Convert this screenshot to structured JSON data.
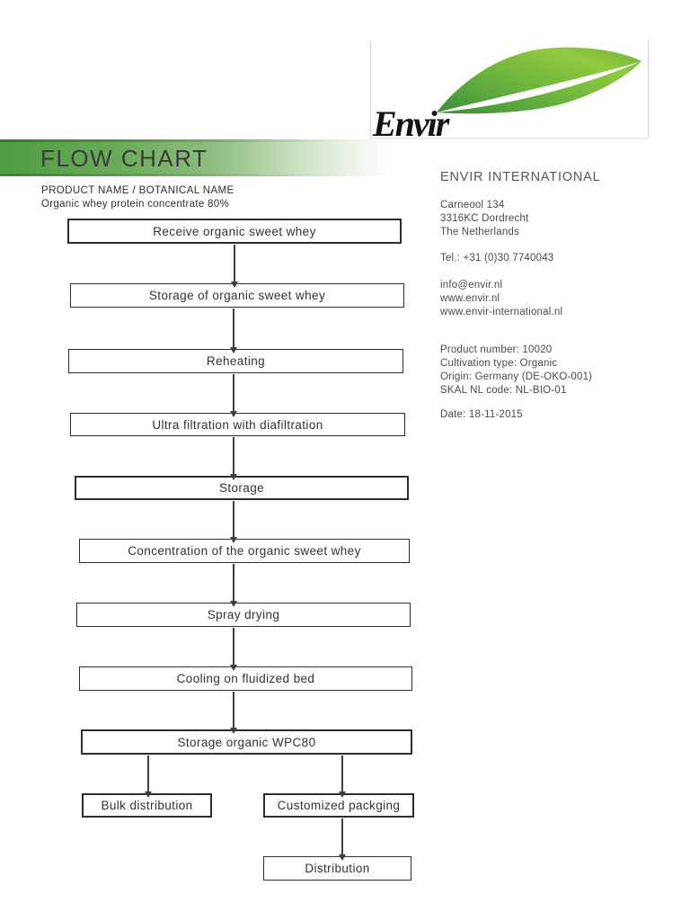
{
  "logo": {
    "wordmark": "Envir",
    "leaf_icon": "leaf"
  },
  "header": {
    "title": "FLOW CHART",
    "accent_color": "#4f9b45"
  },
  "product": {
    "label": "PRODUCT NAME / BOTANICAL NAME",
    "name": "Organic whey protein concentrate 80%"
  },
  "company": {
    "name": "ENVIR INTERNATIONAL",
    "address": [
      "Carneool 134",
      "3316KC Dordrecht",
      "The Netherlands"
    ],
    "phone": "Tel.: +31 (0)30 7740043",
    "contacts": [
      "info@envir.nl",
      "www.envir.nl",
      "www.envir-international.nl"
    ],
    "details": [
      "Product number: 10020",
      "Cultivation type: Organic",
      "Origin: Germany (DE-OKO-001)",
      "SKAL NL code: NL-BIO-01"
    ],
    "date": "Date: 18-11-2015"
  },
  "flow": {
    "steps": [
      "Receive organic sweet whey",
      "Storage of organic sweet whey",
      "Reheating",
      "Ultra filtration with diafiltration",
      "Storage",
      "Concentration of the organic sweet whey",
      "Spray drying",
      "Cooling on fluidized bed",
      "Storage organic WPC80",
      "Bulk distribution",
      "Customized packging",
      "Distribution"
    ],
    "edges": [
      [
        "Receive organic sweet whey",
        "Storage of organic sweet whey"
      ],
      [
        "Storage of organic sweet whey",
        "Reheating"
      ],
      [
        "Reheating",
        "Ultra filtration with diafiltration"
      ],
      [
        "Ultra filtration with diafiltration",
        "Storage"
      ],
      [
        "Storage",
        "Concentration of the organic sweet whey"
      ],
      [
        "Concentration of the organic sweet whey",
        "Spray drying"
      ],
      [
        "Spray drying",
        "Cooling on fluidized bed"
      ],
      [
        "Cooling on fluidized bed",
        "Storage organic WPC80"
      ],
      [
        "Storage organic WPC80",
        "Bulk distribution"
      ],
      [
        "Storage organic WPC80",
        "Customized packging"
      ],
      [
        "Customized packging",
        "Distribution"
      ]
    ]
  },
  "colors": {
    "banner_green": "#4f9b45",
    "leaf_light": "#8cc63f",
    "leaf_dark": "#47963f",
    "box_border": "#2e2e2e",
    "text": "#333333"
  }
}
